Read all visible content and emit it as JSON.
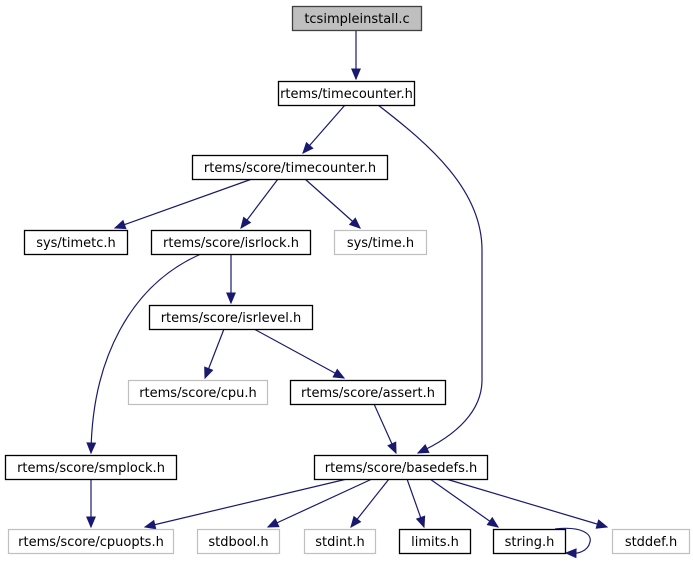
{
  "diagram": {
    "title": "tcsimpleinstall.c include dependency graph",
    "colors": {
      "edge": "#191970",
      "root_fill": "#bfbfbf",
      "root_border": "#404040",
      "documented_border": "#000000",
      "undocumented_border": "#bfbfbf",
      "node_fill": "#ffffff",
      "text": "#000000"
    },
    "nodes": [
      {
        "id": "tcsimpleinstall_c",
        "label": "tcsimpleinstall.c",
        "kind": "root"
      },
      {
        "id": "rtems_timecounter_h",
        "label": "rtems/timecounter.h",
        "kind": "documented"
      },
      {
        "id": "rtems_score_timecounter_h",
        "label": "rtems/score/timecounter.h",
        "kind": "documented"
      },
      {
        "id": "sys_timetc_h",
        "label": "sys/timetc.h",
        "kind": "documented"
      },
      {
        "id": "rtems_score_isrlock_h",
        "label": "rtems/score/isrlock.h",
        "kind": "documented"
      },
      {
        "id": "sys_time_h",
        "label": "sys/time.h",
        "kind": "external"
      },
      {
        "id": "rtems_score_isrlevel_h",
        "label": "rtems/score/isrlevel.h",
        "kind": "documented"
      },
      {
        "id": "rtems_score_cpu_h",
        "label": "rtems/score/cpu.h",
        "kind": "external"
      },
      {
        "id": "rtems_score_assert_h",
        "label": "rtems/score/assert.h",
        "kind": "documented"
      },
      {
        "id": "rtems_score_smplock_h",
        "label": "rtems/score/smplock.h",
        "kind": "documented"
      },
      {
        "id": "rtems_score_basedefs_h",
        "label": "rtems/score/basedefs.h",
        "kind": "documented"
      },
      {
        "id": "rtems_score_cpuopts_h",
        "label": "rtems/score/cpuopts.h",
        "kind": "external"
      },
      {
        "id": "stdbool_h",
        "label": "stdbool.h",
        "kind": "external"
      },
      {
        "id": "stdint_h",
        "label": "stdint.h",
        "kind": "external"
      },
      {
        "id": "limits_h",
        "label": "limits.h",
        "kind": "documented"
      },
      {
        "id": "string_h",
        "label": "string.h",
        "kind": "documented"
      },
      {
        "id": "stddef_h",
        "label": "stddef.h",
        "kind": "external"
      }
    ],
    "edges": [
      {
        "from": "tcsimpleinstall_c",
        "to": "rtems_timecounter_h"
      },
      {
        "from": "rtems_timecounter_h",
        "to": "rtems_score_timecounter_h"
      },
      {
        "from": "rtems_timecounter_h",
        "to": "rtems_score_basedefs_h"
      },
      {
        "from": "rtems_score_timecounter_h",
        "to": "sys_timetc_h"
      },
      {
        "from": "rtems_score_timecounter_h",
        "to": "rtems_score_isrlock_h"
      },
      {
        "from": "rtems_score_timecounter_h",
        "to": "sys_time_h"
      },
      {
        "from": "rtems_score_isrlock_h",
        "to": "rtems_score_isrlevel_h"
      },
      {
        "from": "rtems_score_isrlock_h",
        "to": "rtems_score_smplock_h"
      },
      {
        "from": "rtems_score_isrlevel_h",
        "to": "rtems_score_cpu_h"
      },
      {
        "from": "rtems_score_isrlevel_h",
        "to": "rtems_score_assert_h"
      },
      {
        "from": "rtems_score_assert_h",
        "to": "rtems_score_basedefs_h"
      },
      {
        "from": "rtems_score_smplock_h",
        "to": "rtems_score_cpuopts_h"
      },
      {
        "from": "rtems_score_basedefs_h",
        "to": "rtems_score_cpuopts_h"
      },
      {
        "from": "rtems_score_basedefs_h",
        "to": "stdbool_h"
      },
      {
        "from": "rtems_score_basedefs_h",
        "to": "stdint_h"
      },
      {
        "from": "rtems_score_basedefs_h",
        "to": "limits_h"
      },
      {
        "from": "rtems_score_basedefs_h",
        "to": "string_h"
      },
      {
        "from": "rtems_score_basedefs_h",
        "to": "stddef_h"
      },
      {
        "from": "string_h",
        "to": "string_h"
      }
    ]
  }
}
